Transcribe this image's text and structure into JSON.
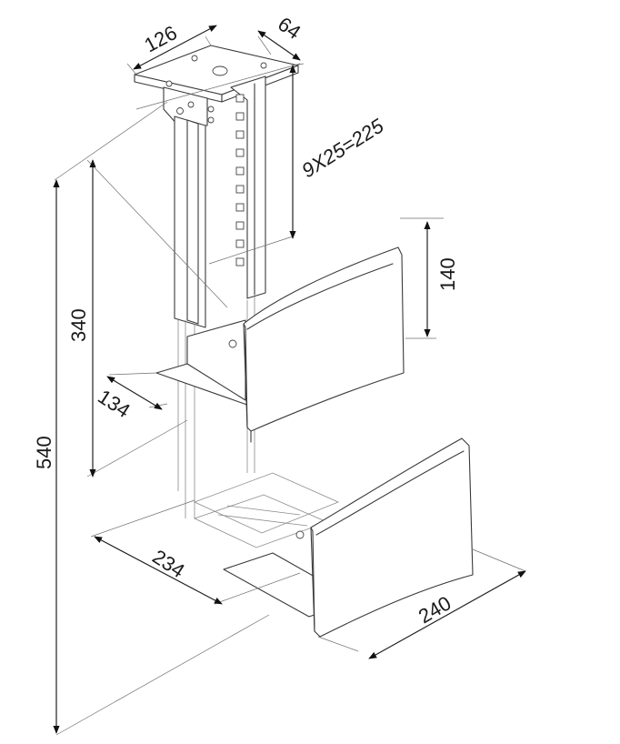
{
  "dimensions": {
    "top_width": "126",
    "top_depth": "64",
    "adjust_range": "9X25=225",
    "upper_height": "140",
    "mid_height": "340",
    "total_height": "540",
    "shelf_depth": "134",
    "base_depth": "234",
    "base_width": "240"
  }
}
